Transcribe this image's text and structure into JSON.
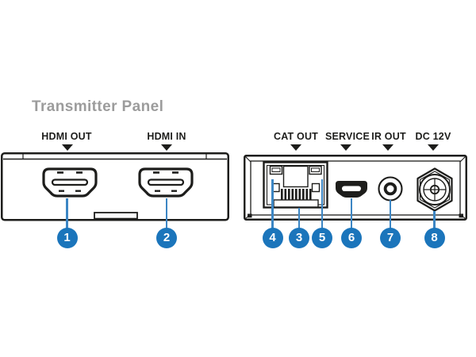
{
  "title": "Transmitter Panel",
  "colors": {
    "callout_blue": "#1b75bb",
    "leader_blue": "#3c86c4",
    "outline_black": "#1d1d1b",
    "title_gray": "#9c9c9c",
    "background": "#ffffff"
  },
  "front_panel": {
    "ports": [
      {
        "label": "HDMI OUT",
        "type": "hdmi",
        "callout": "1"
      },
      {
        "label": "HDMI IN",
        "type": "hdmi",
        "callout": "2"
      }
    ]
  },
  "rear_panel": {
    "ports": [
      {
        "label": "CAT OUT",
        "type": "rj45",
        "callouts": {
          "left_led": "4",
          "jack": "3",
          "right_led": "5"
        }
      },
      {
        "label": "SERVICE",
        "type": "micro-usb",
        "callout": "6"
      },
      {
        "label": "IR OUT",
        "type": "mini-jack",
        "callout": "7"
      },
      {
        "label": "DC 12V",
        "type": "dc-power",
        "callout": "8"
      }
    ]
  }
}
